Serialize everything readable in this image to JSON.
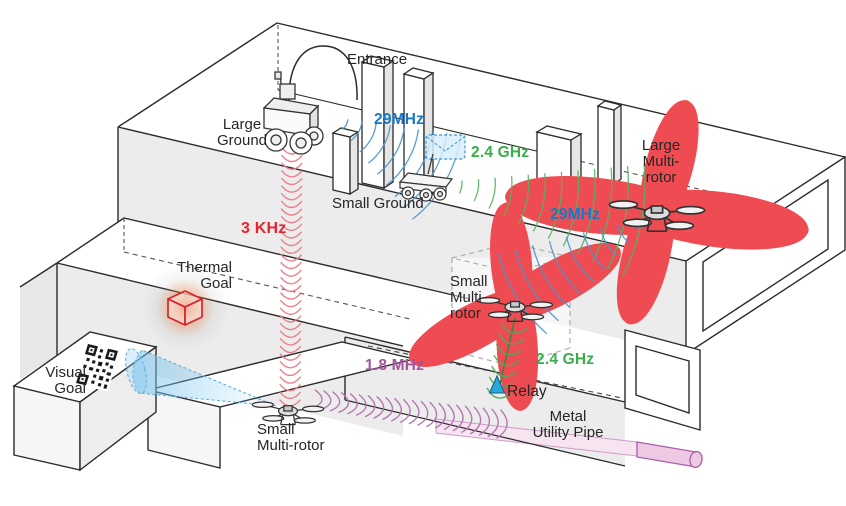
{
  "figure": {
    "background": "#ffffff",
    "line_color": "#2b2b2b",
    "wall_fill": "#ececec"
  },
  "labels": {
    "entrance": "Entrance",
    "large_ground": {
      "lines": [
        "Large",
        "Ground"
      ]
    },
    "small_ground": "Small Ground",
    "large_multirotor": {
      "lines": [
        "Large",
        "Multi-",
        "rotor"
      ]
    },
    "small_multirotor_mid": {
      "lines": [
        "Small",
        "Multi-",
        "rotor"
      ]
    },
    "small_multirotor_bottom": {
      "lines": [
        "Small",
        "Multi-rotor"
      ]
    },
    "thermal_goal": {
      "lines": [
        "Thermal",
        "Goal"
      ]
    },
    "visual_goal": {
      "lines": [
        "Visual",
        "Goal"
      ]
    },
    "relay": "Relay",
    "metal_utility_pipe": {
      "lines": [
        "Metal",
        "Utility Pipe"
      ]
    }
  },
  "links": {
    "hf_top": {
      "label": "29MHz",
      "color": "#1878c8"
    },
    "wifi_top": {
      "label": "2.4 GHz",
      "color": "#3aad4b"
    },
    "hf_drone": {
      "label": "29MHz",
      "color": "#1878c8"
    },
    "elf_vertical": {
      "label": "3 KHz",
      "color": "#e8232d"
    },
    "mf_pipe": {
      "label": "1.8 MHz",
      "color": "#a4539f"
    },
    "wifi_relay": {
      "label": "2.4 GHz",
      "color": "#3aad4b"
    }
  },
  "icons": {
    "relay_marker": "blue-triangle",
    "message_envelope": "dashed-envelope",
    "visual_goal_marker": "qr-code",
    "thermal_goal_marker": "glowing-red-cube"
  }
}
